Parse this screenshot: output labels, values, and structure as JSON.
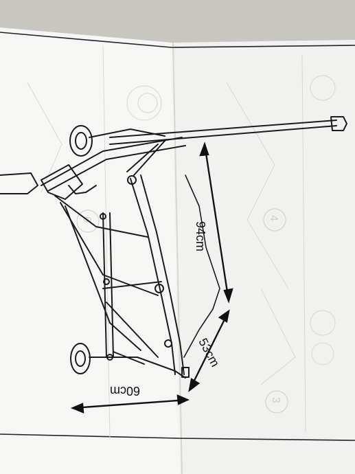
{
  "dimensions": {
    "height_label": "94cm",
    "depth_label": "53cm",
    "width_label": "60cm"
  },
  "step_numbers": [
    "6",
    "4",
    "3"
  ]
}
